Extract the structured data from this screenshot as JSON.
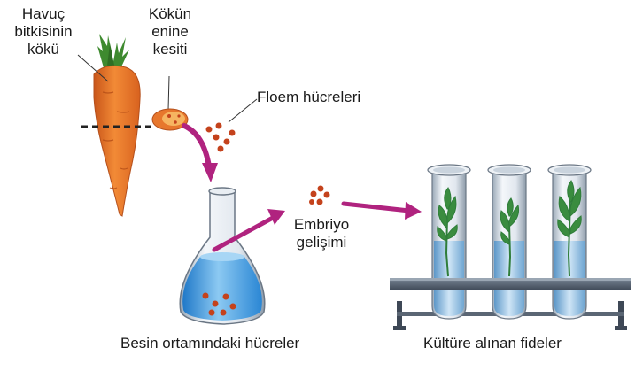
{
  "labels": {
    "carrot_root": [
      "Havuç",
      "bitkisinin",
      "kökü"
    ],
    "cross_section": [
      "Kökün",
      "enine",
      "kesiti"
    ],
    "phloem_cells": "Floem hücreleri",
    "embryo": [
      "Embriyo",
      "gelişimi"
    ],
    "cells_in_medium": "Besin ortamındaki hücreler",
    "cultured_seedlings": "Kültüre alınan fideler"
  },
  "colors": {
    "arrow": "#b0237f",
    "carrot": "#e8752a",
    "cell": "#c4421c",
    "medium": "#4aa3df",
    "plant": "#2f7d3a",
    "rack": "#4a5568"
  }
}
